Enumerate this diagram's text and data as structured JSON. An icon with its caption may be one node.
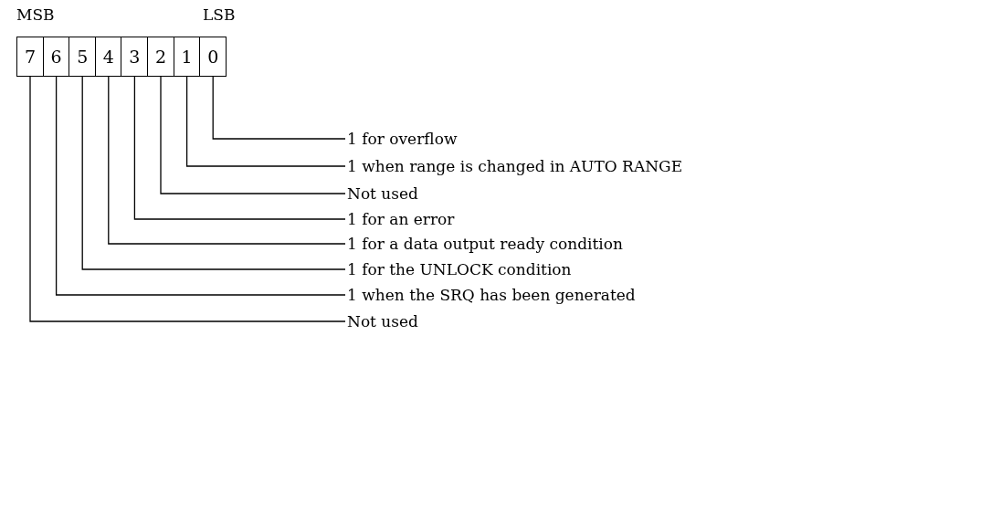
{
  "diagram": {
    "nodes": [
      {
        "text": [
          "7"
        ]
      },
      {
        "text": [
          "6"
        ]
      },
      {
        "text": [
          "5"
        ]
      },
      {
        "text": [
          "4"
        ]
      },
      {
        "text": [
          "3"
        ]
      },
      {
        "text": [
          "2"
        ]
      },
      {
        "text": [
          "1"
        ]
      },
      {
        "text": [
          "0"
        ]
      },
      {
        "text": [
          "1 for overflow"
        ]
      },
      {
        "text": [
          "1 when range is changed in AUTO RANGE"
        ]
      },
      {
        "text": [
          "Not used"
        ]
      },
      {
        "text": [
          "1 for an error"
        ]
      },
      {
        "text": [
          "1 for a data output ready condition"
        ]
      },
      {
        "text": [
          "1 for the UNLOCK condition"
        ]
      },
      {
        "text": [
          "1 when the SRQ has been generated"
        ]
      },
      {
        "text": [
          "Not used"
        ]
      }
    ],
    "edges": [
      {
        "from": 8,
        "to": 7,
        "arrow": "none"
      },
      {
        "from": 9,
        "to": 6,
        "arrow": "none"
      },
      {
        "from": 10,
        "to": 5,
        "arrow": "none"
      },
      {
        "from": 11,
        "to": 4,
        "arrow": "none"
      },
      {
        "from": 12,
        "to": 3,
        "arrow": "none"
      },
      {
        "from": 13,
        "to": 2,
        "arrow": "none"
      },
      {
        "from": 14,
        "to": 1,
        "arrow": "none"
      },
      {
        "from": 15,
        "to": 0,
        "arrow": "none"
      }
    ],
    "labels": [
      "MSB",
      "LSB"
    ]
  }
}
